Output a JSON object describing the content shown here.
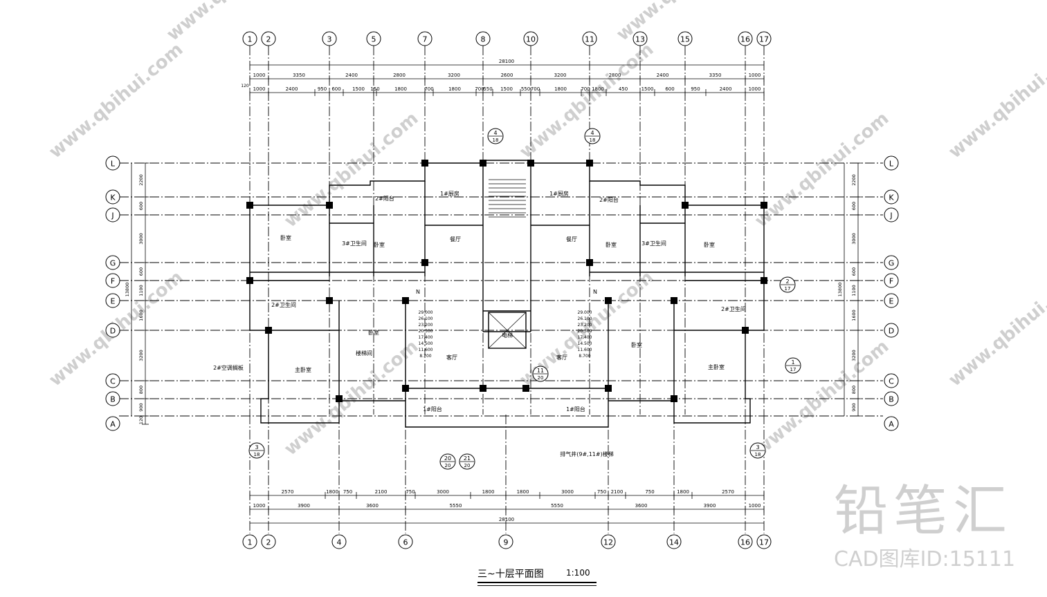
{
  "drawing": {
    "title": "三~十层平面图",
    "scale": "1:100"
  },
  "brand": {
    "name": "铅笔汇",
    "id_label": "CAD图库ID:15111",
    "watermark": "www.qbihui.com",
    "color": "#cfcfcf"
  },
  "grid": {
    "top_axes": [
      "1",
      "2",
      "3",
      "5",
      "7",
      "8",
      "10",
      "11",
      "13",
      "15",
      "16",
      "17"
    ],
    "bottom_axes": [
      "1",
      "2",
      "4",
      "6",
      "9",
      "12",
      "14",
      "16",
      "17"
    ],
    "left_rows": [
      "L",
      "K",
      "J",
      "G",
      "F",
      "E",
      "D",
      "C",
      "B",
      "A"
    ],
    "right_rows": [
      "L",
      "K",
      "J",
      "G",
      "F",
      "E",
      "D",
      "C",
      "B",
      "A"
    ]
  },
  "dimensions": {
    "overall": "28100",
    "top_row1": [
      "1000",
      "3350",
      "2400",
      "2800",
      "3200",
      "2600",
      "3200",
      "2800",
      "2400",
      "3350",
      "1000"
    ],
    "top_row2": [
      "1000",
      "2400",
      "950",
      "600",
      "1500",
      "150",
      "1800",
      "700",
      "1800",
      "700",
      "550",
      "1500",
      "550",
      "700",
      "1800",
      "700",
      "1800",
      "450",
      "1500",
      "600",
      "950",
      "2400",
      "1000"
    ],
    "top_edge": "120",
    "bottom_row1": [
      "2570",
      "1800",
      "750",
      "2100",
      "750",
      "3000",
      "1800",
      "1800",
      "3000",
      "750",
      "2100",
      "750",
      "1800",
      "2570"
    ],
    "bottom_row2": [
      "1000",
      "3900",
      "3600",
      "5550",
      "5550",
      "3600",
      "3900",
      "1000"
    ],
    "left_vertical": [
      "2200",
      "600",
      "3000",
      "600",
      "1100",
      "1600",
      "3200",
      "800",
      "900",
      "120"
    ],
    "left_total": "13800",
    "right_vertical": [
      "2200",
      "600",
      "3000",
      "600",
      "1100",
      "1600",
      "3200",
      "800",
      "900"
    ],
    "right_total": "13800"
  },
  "rooms": {
    "bedroom": "卧室",
    "master_bedroom": "主卧室",
    "living": "客厅",
    "dining": "餐厅",
    "kitchen1": "1#厨房",
    "balcony1": "1#阳台",
    "balcony2": "2#阳台",
    "bath2": "2#卫生间",
    "bath3": "3#卫生间",
    "ac_platform": "2#空调搁板",
    "pipe_note": "排气井(9#,11#)楼梯",
    "stair_note": "楼梯间",
    "elevator": "电梯",
    "north": "N"
  },
  "elevations": [
    "29.000",
    "26.100",
    "23.200",
    "20.300",
    "17.400",
    "14.500",
    "11.600",
    "8.700"
  ],
  "detail_refs": [
    {
      "num": "4",
      "sheet": "18"
    },
    {
      "num": "4",
      "sheet": "18"
    },
    {
      "num": "2",
      "sheet": "17"
    },
    {
      "num": "1",
      "sheet": "17"
    },
    {
      "num": "11",
      "sheet": "20"
    },
    {
      "num": "3",
      "sheet": "18"
    },
    {
      "num": "3",
      "sheet": "18"
    },
    {
      "num": "20",
      "sheet": "20"
    },
    {
      "num": "21",
      "sheet": "20"
    }
  ]
}
